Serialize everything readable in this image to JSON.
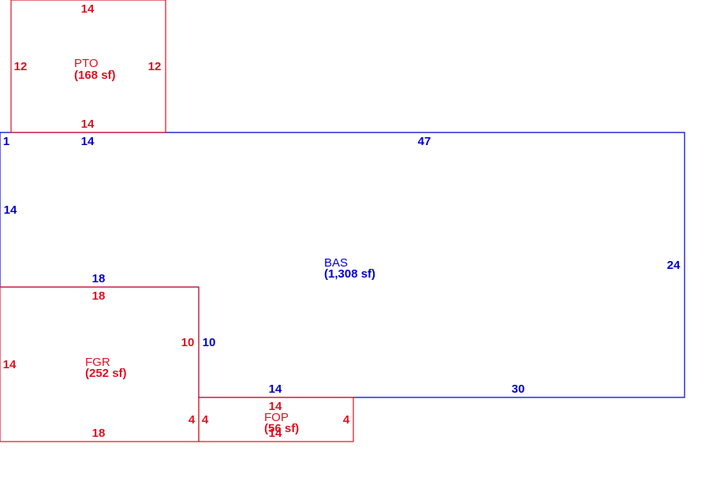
{
  "colors": {
    "main_structure": "#0000cc",
    "attachments": "#dd1122"
  },
  "areas": {
    "bas": {
      "code": "BAS",
      "area": "(1,308 sf)"
    },
    "pto": {
      "code": "PTO",
      "area": "(168 sf)"
    },
    "fgr": {
      "code": "FGR",
      "area": "(252 sf)"
    },
    "fop": {
      "code": "FOP",
      "area": "(56 sf)"
    }
  },
  "dimensions": {
    "bas": {
      "left_short": "1",
      "top_left": "14",
      "top_right": "47",
      "left": "14",
      "right": "24",
      "garage_top": "18",
      "garage_side": "10",
      "porch_top": "14",
      "bottom_right": "30"
    },
    "pto": {
      "top": "14",
      "left": "12",
      "right": "12",
      "bottom": "14"
    },
    "fgr": {
      "top": "18",
      "left": "14",
      "right": "10",
      "right_short": "4",
      "bottom": "18"
    },
    "fop": {
      "top": "14",
      "left": "4",
      "right": "4",
      "bottom": "14"
    }
  }
}
